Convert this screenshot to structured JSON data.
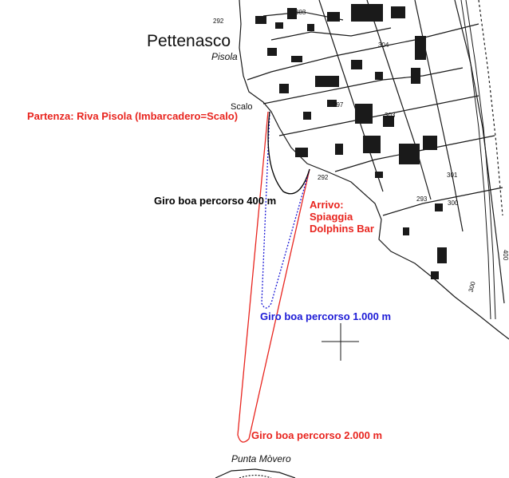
{
  "places": {
    "town": "Pettenasco",
    "pisola": "Pisola",
    "scalo": "Scalo",
    "punta": "Punta Mòvero"
  },
  "elevations": [
    "292",
    "303",
    "304",
    "297",
    "303",
    "292",
    "293",
    "300",
    "301",
    "300",
    "400"
  ],
  "routes": {
    "start": "Partenza: Riva Pisola (Imbarcadero=Scalo)",
    "buoy_400": "Giro boa percorso 400 m",
    "finish_line1": "Arrivo:",
    "finish_line2": "Spiaggia",
    "finish_line3": "Dolphins Bar",
    "buoy_1000": "Giro boa percorso 1.000 m",
    "buoy_2000": "Giro boa percorso 2.000 m"
  },
  "colors": {
    "route_2000": "#e8251f",
    "route_1000": "#1c1ad6",
    "route_400": "#000000",
    "map_ink": "#1a1a1a"
  }
}
